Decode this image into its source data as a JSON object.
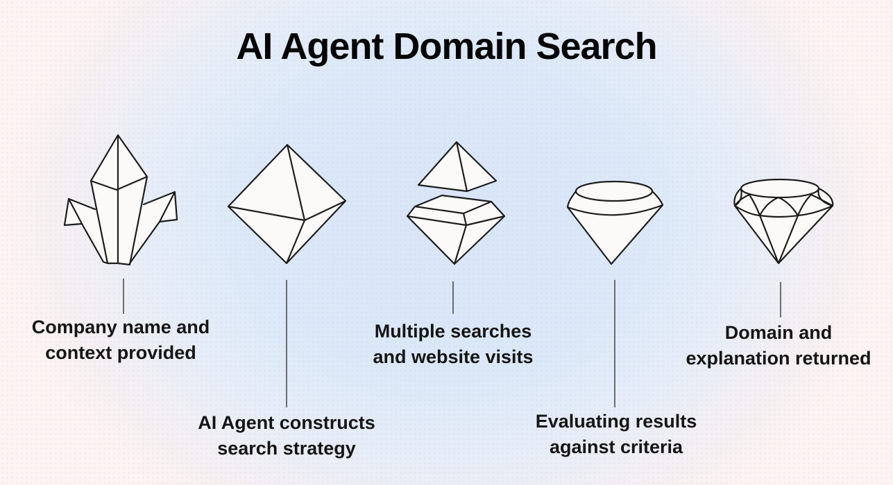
{
  "title": "AI Agent Domain Search",
  "theme": {
    "background_center_color": "#d8e6f8",
    "background_edge_color": "#fdf3f2",
    "shape_stroke_color": "#1c1c1c",
    "shape_fill_color": "#fbfaf8",
    "text_color": "#151515",
    "connector_color": "#4d4d4d"
  },
  "stages": [
    {
      "icon": "raw-crystal-cluster-icon",
      "label_line1": "Company name and",
      "label_line2": "context provided",
      "label_position": "upper"
    },
    {
      "icon": "rough-octahedron-icon",
      "label_line1": "AI Agent constructs",
      "label_line2": "search strategy",
      "label_position": "lower"
    },
    {
      "icon": "split-octahedron-icon",
      "label_line1": "Multiple searches",
      "label_line2": "and website visits",
      "label_position": "upper"
    },
    {
      "icon": "polishing-cone-icon",
      "label_line1": "Evaluating results",
      "label_line2": "against criteria",
      "label_position": "lower"
    },
    {
      "icon": "cut-diamond-icon",
      "label_line1": "Domain and",
      "label_line2": "explanation returned",
      "label_position": "upper"
    }
  ]
}
